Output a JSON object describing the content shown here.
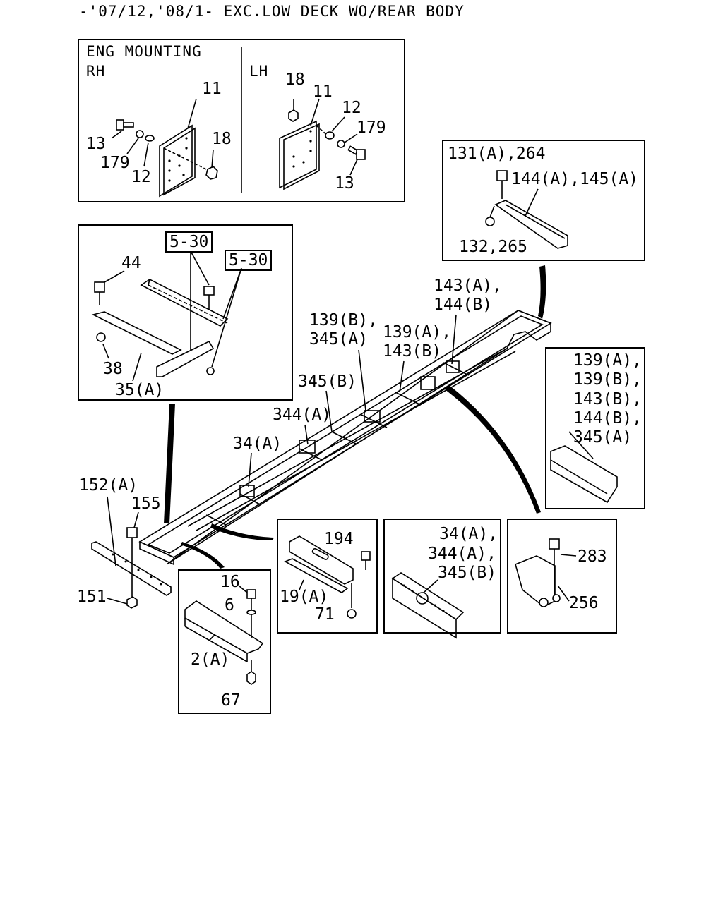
{
  "header": "-'07/12,'08/1- EXC.LOW DECK WO/REAR BODY",
  "eng_mounting": {
    "title": "ENG MOUNTING",
    "rh": {
      "side": "RH",
      "labels": [
        "11",
        "13",
        "179",
        "12",
        "18"
      ]
    },
    "lh": {
      "side": "LH",
      "labels": [
        "18",
        "11",
        "12",
        "179",
        "13"
      ]
    }
  },
  "crossmember_box": {
    "labels": [
      "44",
      "38",
      "35(A)"
    ],
    "refs": [
      "5-30",
      "5-30"
    ]
  },
  "rear_bracket_box": {
    "labels": [
      "131(A),264",
      "144(A),145(A)",
      "132,265"
    ]
  },
  "main_frame": {
    "labels": [
      "143(A),",
      "144(B)",
      "139(B),",
      "345(A)",
      "139(A),",
      "143(B)",
      "345(B)",
      "344(A)",
      "34(A)"
    ]
  },
  "right_member_box": {
    "labels": [
      "139(A),",
      "139(B),",
      "143(B),",
      "144(B),",
      "345(A)"
    ]
  },
  "side_rail": {
    "labels": [
      "152(A)",
      "155",
      "151"
    ]
  },
  "front_bracket_box": {
    "labels": [
      "16",
      "6",
      "2(A)",
      "67"
    ]
  },
  "plate_box": {
    "labels": [
      "194",
      "19(A)",
      "71"
    ]
  },
  "cross_box": {
    "labels": [
      "34(A),",
      "344(A),",
      "345(B)"
    ]
  },
  "bracket_box": {
    "labels": [
      "283",
      "256"
    ]
  }
}
